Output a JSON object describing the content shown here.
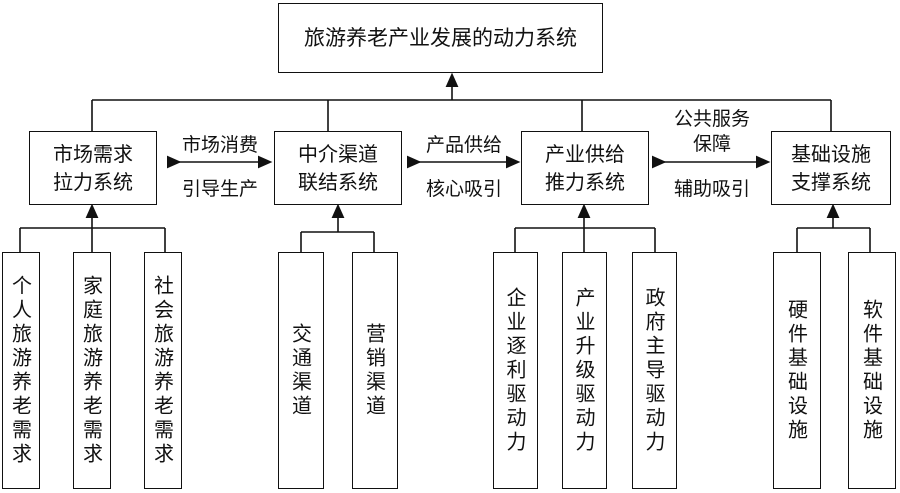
{
  "root": "旅游养老产业发展的动力系统",
  "subsystems": [
    {
      "line1": "市场需求",
      "line2": "拉力系统"
    },
    {
      "line1": "中介渠道",
      "line2": "联结系统"
    },
    {
      "line1": "产业供给",
      "line2": "推力系统"
    },
    {
      "line1": "基础设施",
      "line2": "支撑系统"
    }
  ],
  "relations": [
    {
      "top": "市场消费",
      "bottom": "引导生产"
    },
    {
      "top": "产品供给",
      "bottom": "核心吸引"
    },
    {
      "top": "公共服务",
      "top2": "保障",
      "bottom": "辅助吸引"
    }
  ],
  "leaves": {
    "market": [
      "个人旅游养老需求",
      "家庭旅游养老需求",
      "社会旅游养老需求"
    ],
    "channel": [
      "交通渠道",
      "营销渠道"
    ],
    "supply": [
      "企业逐利驱动力",
      "产业升级驱动力",
      "政府主导驱动力"
    ],
    "infrastructure": [
      "硬件基础设施",
      "软件基础设施"
    ]
  }
}
